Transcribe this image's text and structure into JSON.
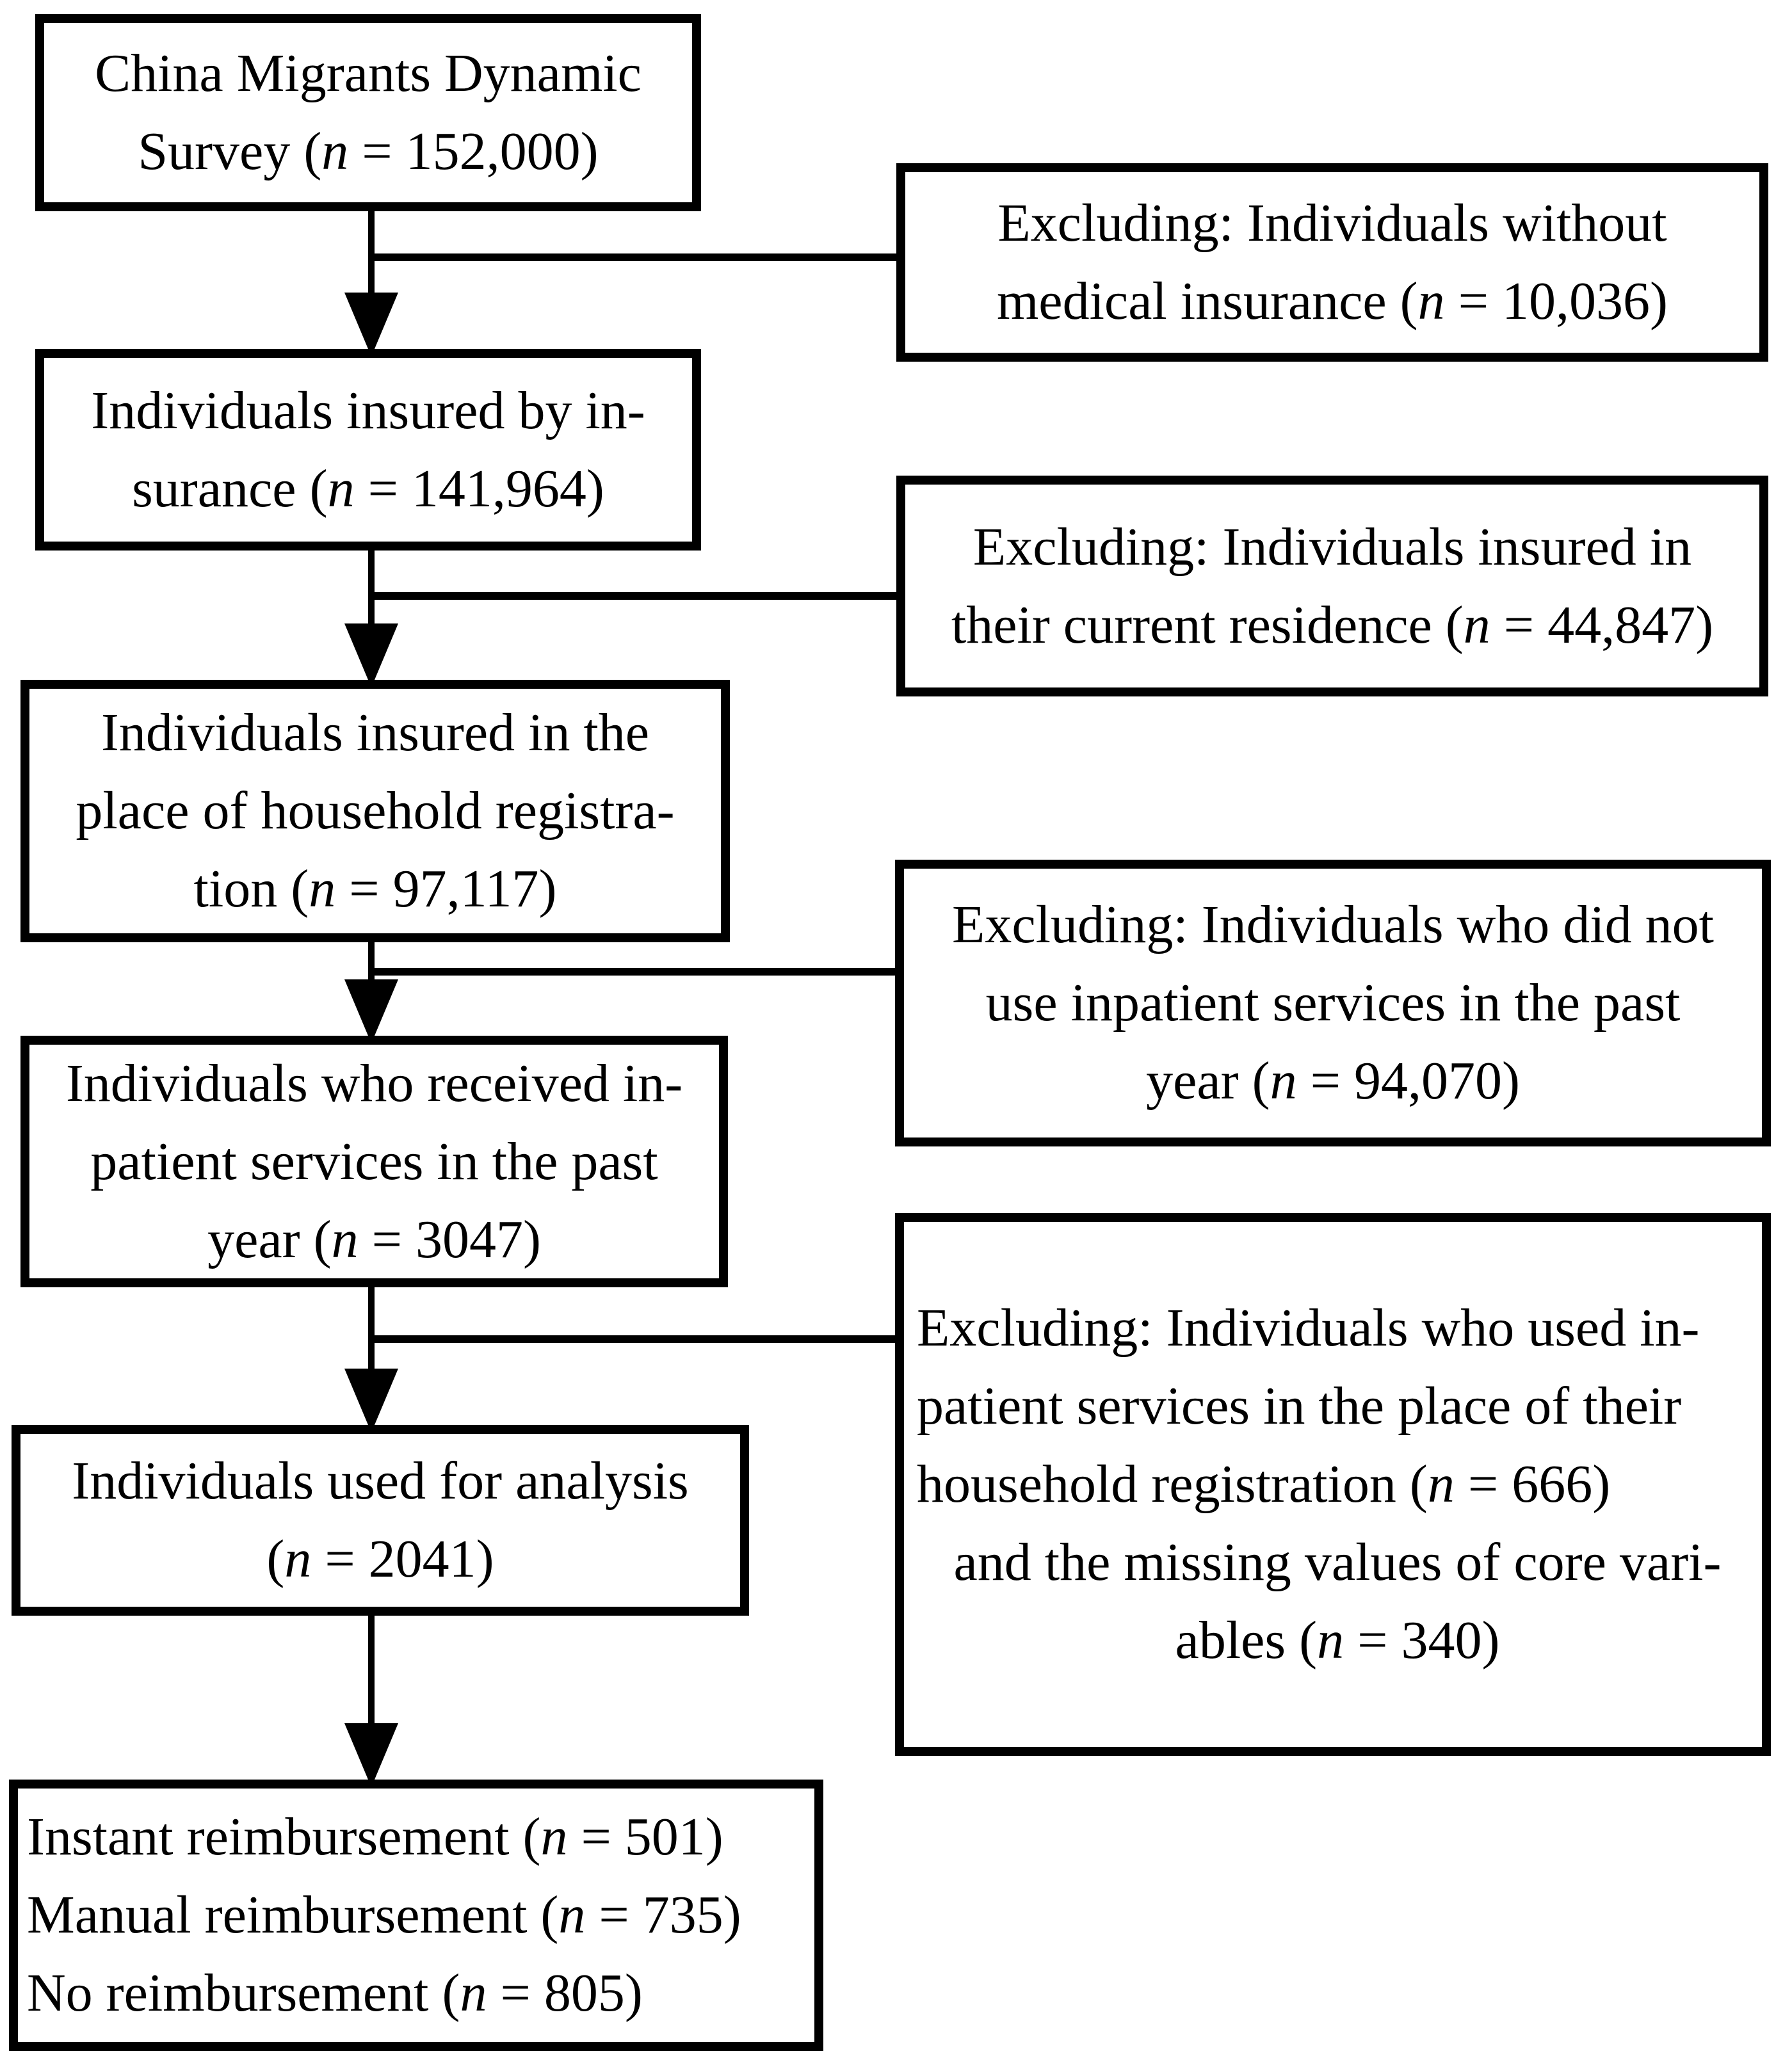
{
  "figure": {
    "background_color": "#ffffff",
    "ink_color": "#000000",
    "flow_boxes": [
      {
        "name": "survey",
        "lines": [
          "China Migrants Dynamic",
          "Survey (*n* = 152,000)"
        ]
      },
      {
        "name": "insured",
        "lines": [
          "Individuals insured by in-",
          "surance (*n* = 141,964)"
        ]
      },
      {
        "name": "insured-household-registration",
        "lines": [
          "Individuals insured in the",
          "place of household registra-",
          "tion (*n* = 97,117)"
        ]
      },
      {
        "name": "received-inpatient",
        "lines": [
          "Individuals who received in-",
          "patient services in the past",
          "year (*n* = 3047)"
        ]
      },
      {
        "name": "used-for-analysis",
        "lines": [
          "Individuals used for analysis",
          "(*n* = 2041)"
        ]
      },
      {
        "name": "reimbursement-outcome",
        "lines": [
          "Instant reimbursement (*n* = 501)",
          "Manual reimbursement (*n* = 735)",
          "No reimbursement (*n* = 805)"
        ]
      }
    ],
    "exclusion_boxes": [
      {
        "name": "without-medical-insurance",
        "lines": [
          "Excluding: Individuals without",
          "medical insurance (*n* = 10,036)"
        ]
      },
      {
        "name": "insured-current-residence",
        "lines": [
          "Excluding: Individuals insured in",
          "their current residence (*n* = 44,847)"
        ]
      },
      {
        "name": "no-inpatient-services",
        "lines": [
          "Excluding: Individuals who did not",
          "use inpatient services in the past",
          "year (*n* = 94,070)"
        ]
      },
      {
        "name": "used-local-inpatient-and-missing",
        "lines": [
          "Excluding: Individuals who used in-",
          "patient services in the place of their",
          "household registration (*n* = 666)",
          "and the missing values of core vari-",
          "ables (*n* = 340)"
        ]
      }
    ],
    "edges": [
      {
        "type": "flow",
        "from": "survey",
        "to": "insured"
      },
      {
        "type": "flow",
        "from": "insured",
        "to": "insured-household-registration"
      },
      {
        "type": "flow",
        "from": "insured-household-registration",
        "to": "received-inpatient"
      },
      {
        "type": "flow",
        "from": "received-inpatient",
        "to": "used-for-analysis"
      },
      {
        "type": "flow",
        "from": "used-for-analysis",
        "to": "reimbursement-outcome"
      },
      {
        "type": "exclusion-branch",
        "from": "survey",
        "to": "without-medical-insurance"
      },
      {
        "type": "exclusion-branch",
        "from": "insured",
        "to": "insured-current-residence"
      },
      {
        "type": "exclusion-branch",
        "from": "insured-household-registration",
        "to": "no-inpatient-services"
      },
      {
        "type": "exclusion-branch",
        "from": "received-inpatient",
        "to": "used-local-inpatient-and-missing"
      }
    ]
  }
}
